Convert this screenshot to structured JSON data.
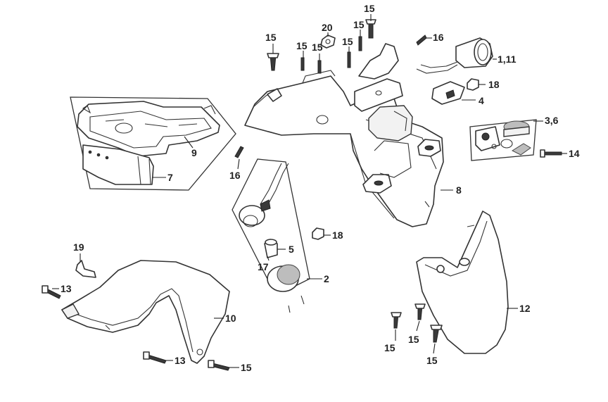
{
  "callouts": [
    {
      "id": "c1",
      "text": "15"
    },
    {
      "id": "c2",
      "text": "15"
    },
    {
      "id": "c3",
      "text": "15"
    },
    {
      "id": "c4",
      "text": "20"
    },
    {
      "id": "c5",
      "text": "15"
    },
    {
      "id": "c6",
      "text": "15"
    },
    {
      "id": "c7",
      "text": "15"
    },
    {
      "id": "c8",
      "text": "16"
    },
    {
      "id": "c9",
      "text": "1,11"
    },
    {
      "id": "c10",
      "text": "18"
    },
    {
      "id": "c11",
      "text": "4"
    },
    {
      "id": "c12",
      "text": "3,6"
    },
    {
      "id": "c13",
      "text": "14"
    },
    {
      "id": "c14",
      "text": "9"
    },
    {
      "id": "c15",
      "text": "7"
    },
    {
      "id": "c16",
      "text": "16"
    },
    {
      "id": "c17",
      "text": "8"
    },
    {
      "id": "c18",
      "text": "18"
    },
    {
      "id": "c19",
      "text": "5"
    },
    {
      "id": "c20",
      "text": "17"
    },
    {
      "id": "c21",
      "text": "2"
    },
    {
      "id": "c22",
      "text": "19"
    },
    {
      "id": "c23",
      "text": "13"
    },
    {
      "id": "c24",
      "text": "10"
    },
    {
      "id": "c25",
      "text": "12"
    },
    {
      "id": "c26",
      "text": "15"
    },
    {
      "id": "c27",
      "text": "15"
    },
    {
      "id": "c28",
      "text": "15"
    },
    {
      "id": "c29",
      "text": "13"
    },
    {
      "id": "c30",
      "text": "15"
    }
  ]
}
